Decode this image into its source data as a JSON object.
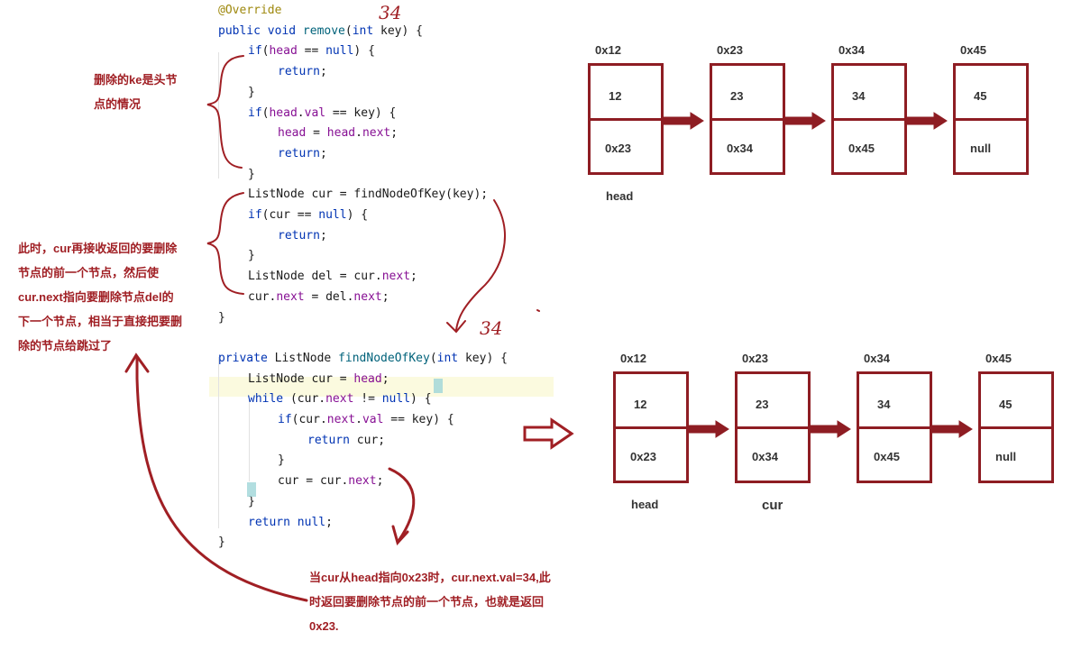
{
  "code_lines": [
    {
      "i": 0,
      "parts": [
        {
          "t": "@Override",
          "c": "ann"
        }
      ]
    },
    {
      "i": 0,
      "parts": [
        {
          "t": "public void ",
          "c": "kw"
        },
        {
          "t": "remove",
          "c": "fn"
        },
        {
          "t": "(",
          "c": ""
        },
        {
          "t": "int ",
          "c": "kw"
        },
        {
          "t": "key) {",
          "c": ""
        }
      ]
    },
    {
      "i": 1,
      "parts": [
        {
          "t": "if",
          "c": "kw"
        },
        {
          "t": "(",
          "c": ""
        },
        {
          "t": "head",
          "c": "fld"
        },
        {
          "t": " == ",
          "c": ""
        },
        {
          "t": "null",
          "c": "kw"
        },
        {
          "t": ") {",
          "c": ""
        }
      ]
    },
    {
      "i": 2,
      "parts": [
        {
          "t": "return",
          "c": "kw"
        },
        {
          "t": ";",
          "c": ""
        }
      ]
    },
    {
      "i": 1,
      "parts": [
        {
          "t": "}",
          "c": ""
        }
      ]
    },
    {
      "i": 1,
      "parts": [
        {
          "t": "if",
          "c": "kw"
        },
        {
          "t": "(",
          "c": ""
        },
        {
          "t": "head",
          "c": "fld"
        },
        {
          "t": ".",
          "c": ""
        },
        {
          "t": "val",
          "c": "fld"
        },
        {
          "t": " == key) {",
          "c": ""
        }
      ]
    },
    {
      "i": 2,
      "parts": [
        {
          "t": "head",
          "c": "fld"
        },
        {
          "t": " = ",
          "c": ""
        },
        {
          "t": "head",
          "c": "fld"
        },
        {
          "t": ".",
          "c": ""
        },
        {
          "t": "next",
          "c": "fld"
        },
        {
          "t": ";",
          "c": ""
        }
      ]
    },
    {
      "i": 2,
      "parts": [
        {
          "t": "return",
          "c": "kw"
        },
        {
          "t": ";",
          "c": ""
        }
      ]
    },
    {
      "i": 1,
      "parts": [
        {
          "t": "}",
          "c": ""
        }
      ]
    },
    {
      "i": 1,
      "parts": [
        {
          "t": "ListNode cur = findNodeOfKey(key);",
          "c": ""
        }
      ]
    },
    {
      "i": 1,
      "parts": [
        {
          "t": "if",
          "c": "kw"
        },
        {
          "t": "(cur == ",
          "c": ""
        },
        {
          "t": "null",
          "c": "kw"
        },
        {
          "t": ") {",
          "c": ""
        }
      ]
    },
    {
      "i": 2,
      "parts": [
        {
          "t": "return",
          "c": "kw"
        },
        {
          "t": ";",
          "c": ""
        }
      ]
    },
    {
      "i": 1,
      "parts": [
        {
          "t": "}",
          "c": ""
        }
      ]
    },
    {
      "i": 1,
      "parts": [
        {
          "t": "ListNode del = cur.",
          "c": ""
        },
        {
          "t": "next",
          "c": "fld"
        },
        {
          "t": ";",
          "c": ""
        }
      ]
    },
    {
      "i": 1,
      "parts": [
        {
          "t": "cur.",
          "c": ""
        },
        {
          "t": "next",
          "c": "fld"
        },
        {
          "t": " = del.",
          "c": ""
        },
        {
          "t": "next",
          "c": "fld"
        },
        {
          "t": ";",
          "c": ""
        }
      ]
    },
    {
      "i": 0,
      "parts": [
        {
          "t": "}",
          "c": ""
        }
      ]
    },
    {
      "i": 0,
      "parts": [
        {
          "t": "",
          "c": ""
        }
      ]
    },
    {
      "i": 0,
      "parts": [
        {
          "t": "private ",
          "c": "kw"
        },
        {
          "t": "ListNode ",
          "c": ""
        },
        {
          "t": "findNodeOfKey",
          "c": "fn"
        },
        {
          "t": "(",
          "c": ""
        },
        {
          "t": "int ",
          "c": "kw"
        },
        {
          "t": "key) {",
          "c": ""
        }
      ]
    },
    {
      "i": 1,
      "parts": [
        {
          "t": "ListNode cur = ",
          "c": ""
        },
        {
          "t": "head",
          "c": "fld"
        },
        {
          "t": ";",
          "c": ""
        }
      ]
    },
    {
      "i": 1,
      "parts": [
        {
          "t": "while ",
          "c": "kw"
        },
        {
          "t": "(cur.",
          "c": ""
        },
        {
          "t": "next",
          "c": "fld"
        },
        {
          "t": " != ",
          "c": ""
        },
        {
          "t": "null",
          "c": "kw"
        },
        {
          "t": ") {",
          "c": ""
        }
      ]
    },
    {
      "i": 2,
      "parts": [
        {
          "t": "if",
          "c": "kw"
        },
        {
          "t": "(cur.",
          "c": ""
        },
        {
          "t": "next",
          "c": "fld"
        },
        {
          "t": ".",
          "c": ""
        },
        {
          "t": "val",
          "c": "fld"
        },
        {
          "t": " == key) {",
          "c": ""
        }
      ]
    },
    {
      "i": 3,
      "parts": [
        {
          "t": "return ",
          "c": "kw"
        },
        {
          "t": "cur;",
          "c": ""
        }
      ]
    },
    {
      "i": 2,
      "parts": [
        {
          "t": "}",
          "c": ""
        }
      ]
    },
    {
      "i": 2,
      "parts": [
        {
          "t": "cur = cur.",
          "c": ""
        },
        {
          "t": "next",
          "c": "fld"
        },
        {
          "t": ";",
          "c": ""
        }
      ]
    },
    {
      "i": 1,
      "parts": [
        {
          "t": "}",
          "c": ""
        }
      ]
    },
    {
      "i": 1,
      "parts": [
        {
          "t": "return ",
          "c": "kw"
        },
        {
          "t": "null",
          "c": "kw"
        },
        {
          "t": ";",
          "c": ""
        }
      ]
    },
    {
      "i": 0,
      "parts": [
        {
          "t": "}",
          "c": ""
        }
      ]
    }
  ],
  "notes": {
    "head_case": [
      "删除的ke是头节",
      "点的情况"
    ],
    "cur_case": [
      "此时，cur再接收返回的要删除",
      "节点的前一个节点，然后使",
      "cur.next指向要删除节点del的",
      "下一个节点，相当于直接把要删",
      "除的节点给跳过了"
    ],
    "bottom": [
      "当cur从head指向0x23时，cur.next.val=34,此",
      "时返回要删除节点的前一个节点，也就是返回",
      "0x23."
    ]
  },
  "handwritten": {
    "key1": "34",
    "key2": "34"
  },
  "list_top": {
    "nodes": [
      {
        "addr": "0x12",
        "val": "12",
        "next": "0x23"
      },
      {
        "addr": "0x23",
        "val": "23",
        "next": "0x34"
      },
      {
        "addr": "0x34",
        "val": "34",
        "next": "0x45"
      },
      {
        "addr": "0x45",
        "val": "45",
        "next": "null"
      }
    ],
    "head_label": "head"
  },
  "list_bottom": {
    "nodes": [
      {
        "addr": "0x12",
        "val": "12",
        "next": "0x23"
      },
      {
        "addr": "0x23",
        "val": "23",
        "next": "0x34"
      },
      {
        "addr": "0x34",
        "val": "34",
        "next": "0x45"
      },
      {
        "addr": "0x45",
        "val": "45",
        "next": "null"
      }
    ],
    "head_label": "head",
    "cur_label": "cur"
  },
  "colors": {
    "ink": "#a01f24",
    "node_border": "#8e1d23",
    "keyword": "#0033b3",
    "field": "#871094"
  }
}
